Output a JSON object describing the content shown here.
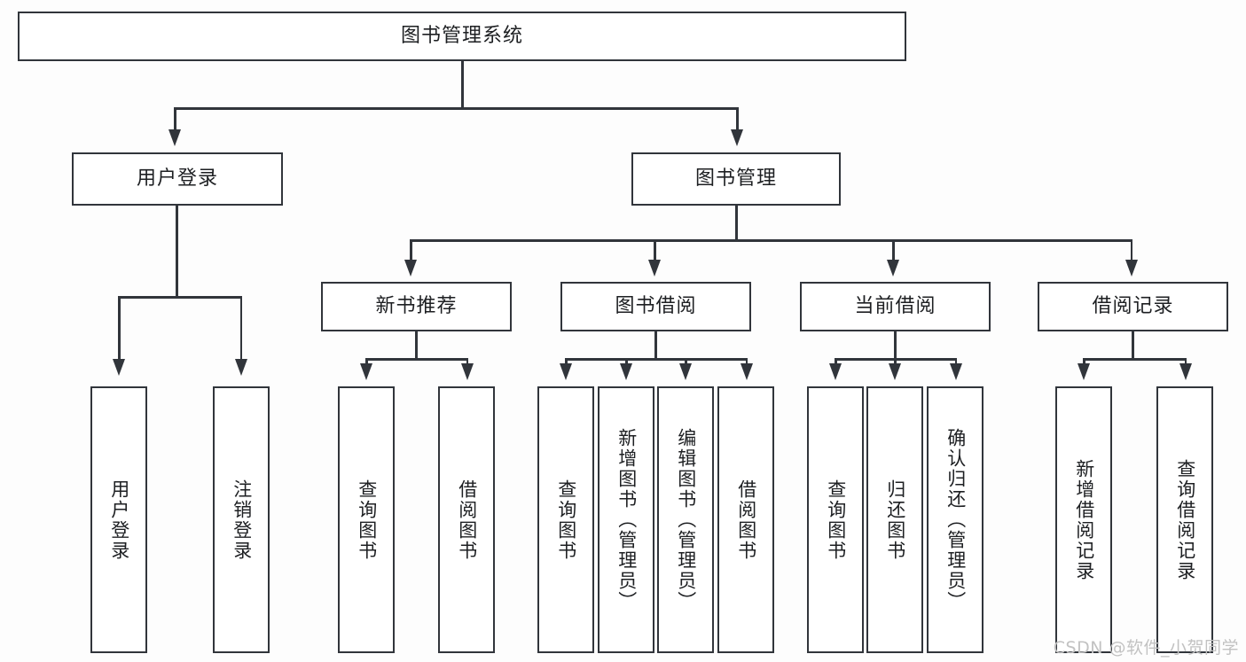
{
  "diagram": {
    "type": "tree-hierarchy",
    "title": "图书管理系统",
    "root": {
      "label": "图书管理系统",
      "orientation": "horizontal"
    },
    "level2": [
      {
        "label": "用户登录",
        "orientation": "horizontal"
      },
      {
        "label": "图书管理",
        "orientation": "horizontal"
      }
    ],
    "level3": [
      {
        "label": "新书推荐",
        "orientation": "horizontal"
      },
      {
        "label": "图书借阅",
        "orientation": "horizontal"
      },
      {
        "label": "当前借阅",
        "orientation": "horizontal"
      },
      {
        "label": "借阅记录",
        "orientation": "horizontal"
      }
    ],
    "leaves": {
      "user_login": [
        {
          "label": "用户登录",
          "orientation": "vertical"
        },
        {
          "label": "注销登录",
          "orientation": "vertical"
        }
      ],
      "new_book_recommend": [
        {
          "label": "查询图书",
          "orientation": "vertical"
        },
        {
          "label": "借阅图书",
          "orientation": "vertical"
        }
      ],
      "book_borrow": [
        {
          "label": "查询图书",
          "orientation": "vertical"
        },
        {
          "label": "新增图书（管理员）",
          "orientation": "vertical"
        },
        {
          "label": "编辑图书（管理员）",
          "orientation": "vertical"
        },
        {
          "label": "借阅图书",
          "orientation": "vertical"
        }
      ],
      "current_borrow": [
        {
          "label": "查询图书",
          "orientation": "vertical"
        },
        {
          "label": "归还图书",
          "orientation": "vertical"
        },
        {
          "label": "确认归还（管理员）",
          "orientation": "vertical"
        }
      ],
      "borrow_record": [
        {
          "label": "新增借阅记录",
          "orientation": "vertical"
        },
        {
          "label": "查询借阅记录",
          "orientation": "vertical"
        }
      ]
    },
    "colors": {
      "line": "#31353b",
      "box_fill": "#ffffff",
      "text": "#1d1f22",
      "background": "#fdfdfd",
      "watermark": "#c2c2c2"
    }
  },
  "watermark": {
    "text": "CSDN @软件_小贺同学"
  }
}
